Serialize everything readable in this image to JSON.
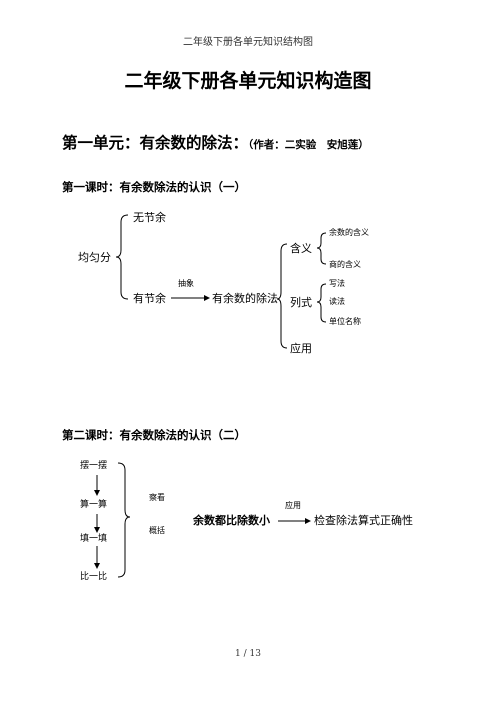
{
  "header": {
    "running_title": "二年级下册各单元知识结构图"
  },
  "doc_title": "二年级下册各单元知识构造图",
  "unit1": {
    "title": "第一单元：有余数的除法：",
    "note": "（作者：二实验　安旭莲）"
  },
  "lesson1": {
    "title": "第一课时：有余数除法的认识（一）",
    "root": "均匀分",
    "no_remainder": "无节余",
    "has_remainder": "有节余",
    "arrow_label": "抽象",
    "target": "有余数的除法",
    "branches": {
      "meaning": "含义",
      "meaning_items": [
        "余数的含义",
        "商的含义"
      ],
      "expression": "列式",
      "expression_items": [
        "写法",
        "读法",
        "单位名称"
      ],
      "application": "应用"
    }
  },
  "lesson2": {
    "title": "第二课时：有余数除法的认识（二）",
    "steps": [
      "摆一摆",
      "算一算",
      "填一填",
      "比一比"
    ],
    "observe": "察看",
    "summarize": "概括",
    "conclusion": "余数都比除数小",
    "apply_label": "应用",
    "result": "检查除法算式正确性"
  },
  "footer": {
    "page": "1 / 13"
  }
}
